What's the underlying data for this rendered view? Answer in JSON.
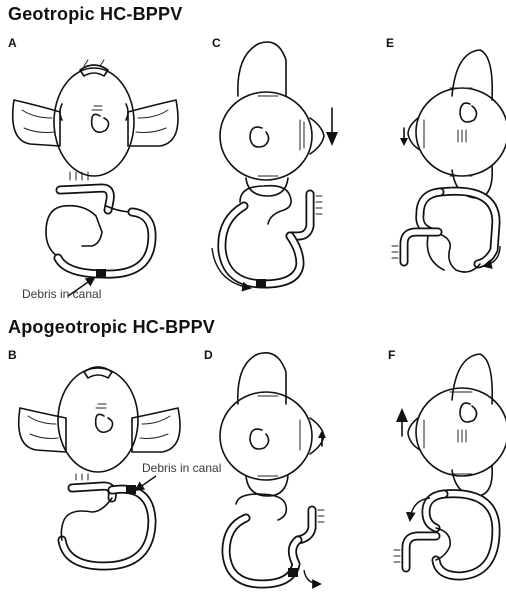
{
  "titles": {
    "geotropic": "Geotropic HC-BPPV",
    "apogeotropic": "Apogeotropic HC-BPPV"
  },
  "panels": {
    "A": "A",
    "B": "B",
    "C": "C",
    "D": "D",
    "E": "E",
    "F": "F"
  },
  "annotations": {
    "debris_a": "Debris in canal",
    "debris_b": "Debris in canal"
  }
}
